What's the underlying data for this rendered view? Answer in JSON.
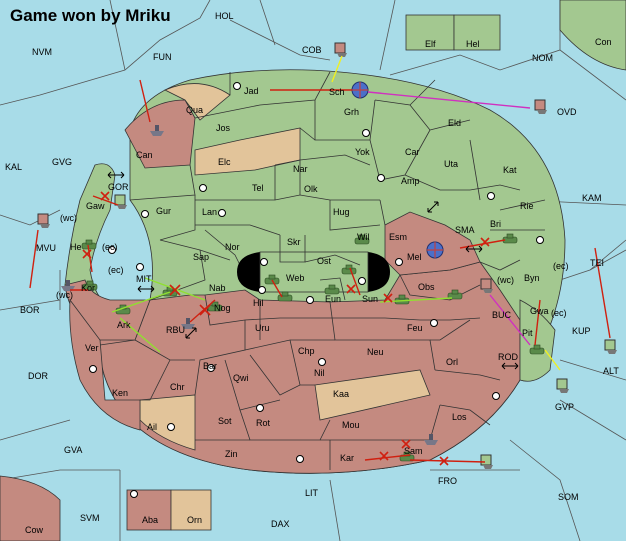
{
  "title": "Game won by Mriku",
  "colors": {
    "sea": "#a8dce8",
    "green": "#a3c890",
    "red": "#c48a80",
    "tan": "#e2c49a",
    "yellow_arrow": "#f0f020",
    "magenta_arrow": "#d030c0",
    "red_arrow": "#d02010",
    "lime_arrow": "#90e030"
  },
  "seas": [
    "NVM",
    "FUN",
    "COB",
    "NOM",
    "KAL",
    "GVG",
    "GOR",
    "MVU",
    "BOR",
    "DOR",
    "GVA",
    "MIT",
    "RBU",
    "SMA",
    "KAM",
    "TEI",
    "BUC",
    "KUP",
    "ROD",
    "ALT",
    "GVP",
    "LIT",
    "FRO",
    "SOM",
    "SVM",
    "DAX",
    "Cow",
    "Con",
    "OVD"
  ],
  "lands": [
    "HOL",
    "Elf",
    "Hel",
    "Jad",
    "Sch",
    "Qua",
    "Jos",
    "Grh",
    "Eld",
    "Can",
    "Elc",
    "Nar",
    "Yok",
    "Car",
    "Uta",
    "Kat",
    "Tel",
    "Olk",
    "Amp",
    "Gaw",
    "Gur",
    "Lan",
    "Hug",
    "Rie",
    "Bri",
    "He",
    "Nor",
    "Skr",
    "Wil",
    "Esm",
    "Sap",
    "Ost",
    "Web",
    "Mel",
    "Byn",
    "Kor",
    "Nab",
    "Eun",
    "Sun",
    "Obs",
    "Pit",
    "Gwa",
    "Hil",
    "Nog",
    "Uru",
    "Feu",
    "Ark",
    "Ver",
    "Chp",
    "Neu",
    "Orl",
    "Bar",
    "Qwi",
    "Nil",
    "Chr",
    "Ken",
    "Kaa",
    "Los",
    "Sot",
    "Rot",
    "Ail",
    "Mou",
    "Zin",
    "Kar",
    "Sam",
    "Aba",
    "Orn"
  ],
  "tags": [
    "(wc)",
    "(ec)"
  ]
}
